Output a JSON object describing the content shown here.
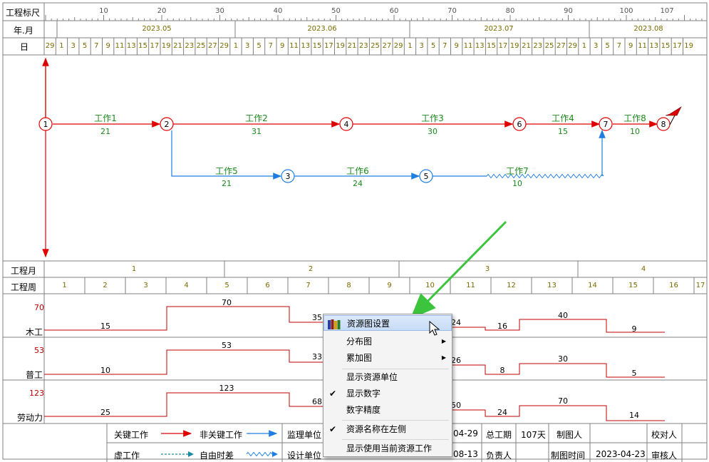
{
  "ruler": {
    "label": "工程标尺",
    "ticks": [
      "10",
      "20",
      "30",
      "40",
      "50",
      "60",
      "70",
      "80",
      "90",
      "100",
      "107"
    ]
  },
  "year_month": {
    "label": "年.月",
    "months": [
      "2023.05",
      "2023.06",
      "2023.07",
      "2023.08"
    ]
  },
  "day": {
    "label": "日",
    "days_may": [
      "29",
      "1",
      "3",
      "5",
      "7",
      "9",
      "11",
      "13",
      "15",
      "17",
      "19",
      "21",
      "23",
      "25",
      "27",
      "29"
    ],
    "days_jun": [
      "1",
      "3",
      "5",
      "7",
      "9",
      "11",
      "13",
      "15",
      "17",
      "19",
      "21",
      "23",
      "25",
      "27",
      "29"
    ],
    "days_jul": [
      "1",
      "3",
      "5",
      "7",
      "9",
      "11",
      "13",
      "15",
      "17",
      "19",
      "21",
      "23",
      "25",
      "27",
      "29"
    ],
    "days_aug": [
      "1",
      "3",
      "5",
      "7",
      "9",
      "11",
      "13",
      "15",
      "17",
      "19"
    ]
  },
  "network": {
    "nodes": [
      "1",
      "2",
      "3",
      "4",
      "5",
      "6",
      "7",
      "8"
    ],
    "work1": {
      "name": "工作1",
      "days": "21"
    },
    "work2": {
      "name": "工作2",
      "days": "31"
    },
    "work3": {
      "name": "工作3",
      "days": "30"
    },
    "work4": {
      "name": "工作4",
      "days": "15"
    },
    "work5": {
      "name": "工作5",
      "days": "21"
    },
    "work6": {
      "name": "工作6",
      "days": "24"
    },
    "work7": {
      "name": "工作7",
      "days": "10"
    },
    "work8": {
      "name": "工作8",
      "days": "10"
    }
  },
  "project_month": {
    "label": "工程月",
    "months": [
      "1",
      "2",
      "3",
      "4"
    ]
  },
  "project_week": {
    "label": "工程周",
    "weeks": [
      "1",
      "2",
      "3",
      "4",
      "5",
      "6",
      "7",
      "8",
      "9",
      "10",
      "11",
      "12",
      "13",
      "14",
      "15",
      "16",
      "17"
    ]
  },
  "resources": [
    {
      "name": "木工",
      "max": "70",
      "values": [
        "15",
        "70",
        "35",
        "24",
        "16",
        "40",
        "9"
      ]
    },
    {
      "name": "普工",
      "max": "53",
      "values": [
        "10",
        "53",
        "33",
        "26",
        "8",
        "30",
        "5"
      ]
    },
    {
      "name": "劳动力",
      "max": "123",
      "values": [
        "25",
        "123",
        "68",
        "50",
        "24",
        "70",
        "14"
      ]
    }
  ],
  "legend": {
    "critical": "关键工作",
    "noncritical": "非关键工作",
    "dummy": "虚工作",
    "free_float": "自由时差",
    "supervisor_label": "监理单位",
    "design_label": "设计单位",
    "start_date": "04-29",
    "end_date": "08-13",
    "total_duration_label": "总工期",
    "total_duration": "107天",
    "responsible_label": "负责人",
    "drafter_label": "制图人",
    "draft_time_label": "制图时间",
    "draft_time": "2023-04-23",
    "checker_label": "校对人",
    "reviewer_label": "审核人"
  },
  "context_menu": {
    "items": [
      {
        "label": "资源图设置"
      },
      {
        "label": "分布图"
      },
      {
        "label": "累加图"
      },
      {
        "label": "显示资源单位"
      },
      {
        "label": "显示数字",
        "checked": true
      },
      {
        "label": "数字精度"
      },
      {
        "label": "资源名称在左侧",
        "checked": true
      },
      {
        "label": "显示使用当前资源工作"
      }
    ]
  },
  "colors": {
    "critical": "#e00000",
    "noncritical": "#1e7fe0",
    "work_text": "#1a8a1a",
    "green_arrow": "#3cc43c",
    "max_value": "#c00000"
  }
}
